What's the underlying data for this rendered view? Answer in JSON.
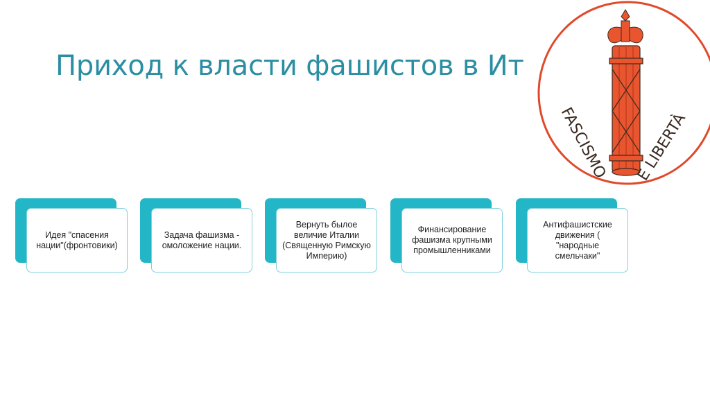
{
  "slide": {
    "title": "Приход к власти фашистов в Ит"
  },
  "emblem": {
    "text_left": "FASCISMO",
    "text_right": "E LIBERTÀ",
    "colors": {
      "ring": "#e0492a",
      "fasces": "#e8552f",
      "outline": "#3a2a22"
    }
  },
  "cards": [
    {
      "text": "Идея \"спасения нации\"(фронтовики)"
    },
    {
      "text": "Задача фашизма - омоложение нации."
    },
    {
      "text": "Вернуть былое величие Италии (Священную Римскую Империю)"
    },
    {
      "text": "Финансирование фашизма крупными промышленниками"
    },
    {
      "text": "Антифашистские движения ( \"народные смельчаки\""
    }
  ],
  "colors": {
    "title": "#2b8ea2",
    "card_back": "#23b6c7",
    "card_border": "#7fd1dc"
  }
}
